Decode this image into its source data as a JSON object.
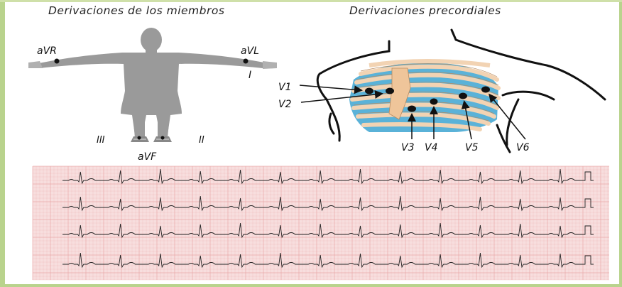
{
  "headings": {
    "limb": "Derivaciones de los miembros",
    "precordial": "Derivaciones precordiales"
  },
  "limb_labels": {
    "avr": "aVR",
    "avl": "aVL",
    "avf": "aVF",
    "lead_i": "I",
    "lead_ii": "II",
    "lead_iii": "III"
  },
  "precordial_labels": {
    "v1": "V1",
    "v2": "V2",
    "v3": "V3",
    "v4": "V4",
    "v5": "V5",
    "v6": "V6"
  },
  "colors": {
    "frame": "#b9d38d",
    "body_silhouette": "#9a9a9a",
    "ecg_paper": "#f7dede",
    "ecg_grid": "#eaa9a9",
    "ecg_trace": "#222222",
    "ribs": "#f2d3b3",
    "intercostal": "#5ab2d8",
    "sternum": "#efc59a"
  },
  "ecg": {
    "rows": 4,
    "beats_per_row": 13
  }
}
